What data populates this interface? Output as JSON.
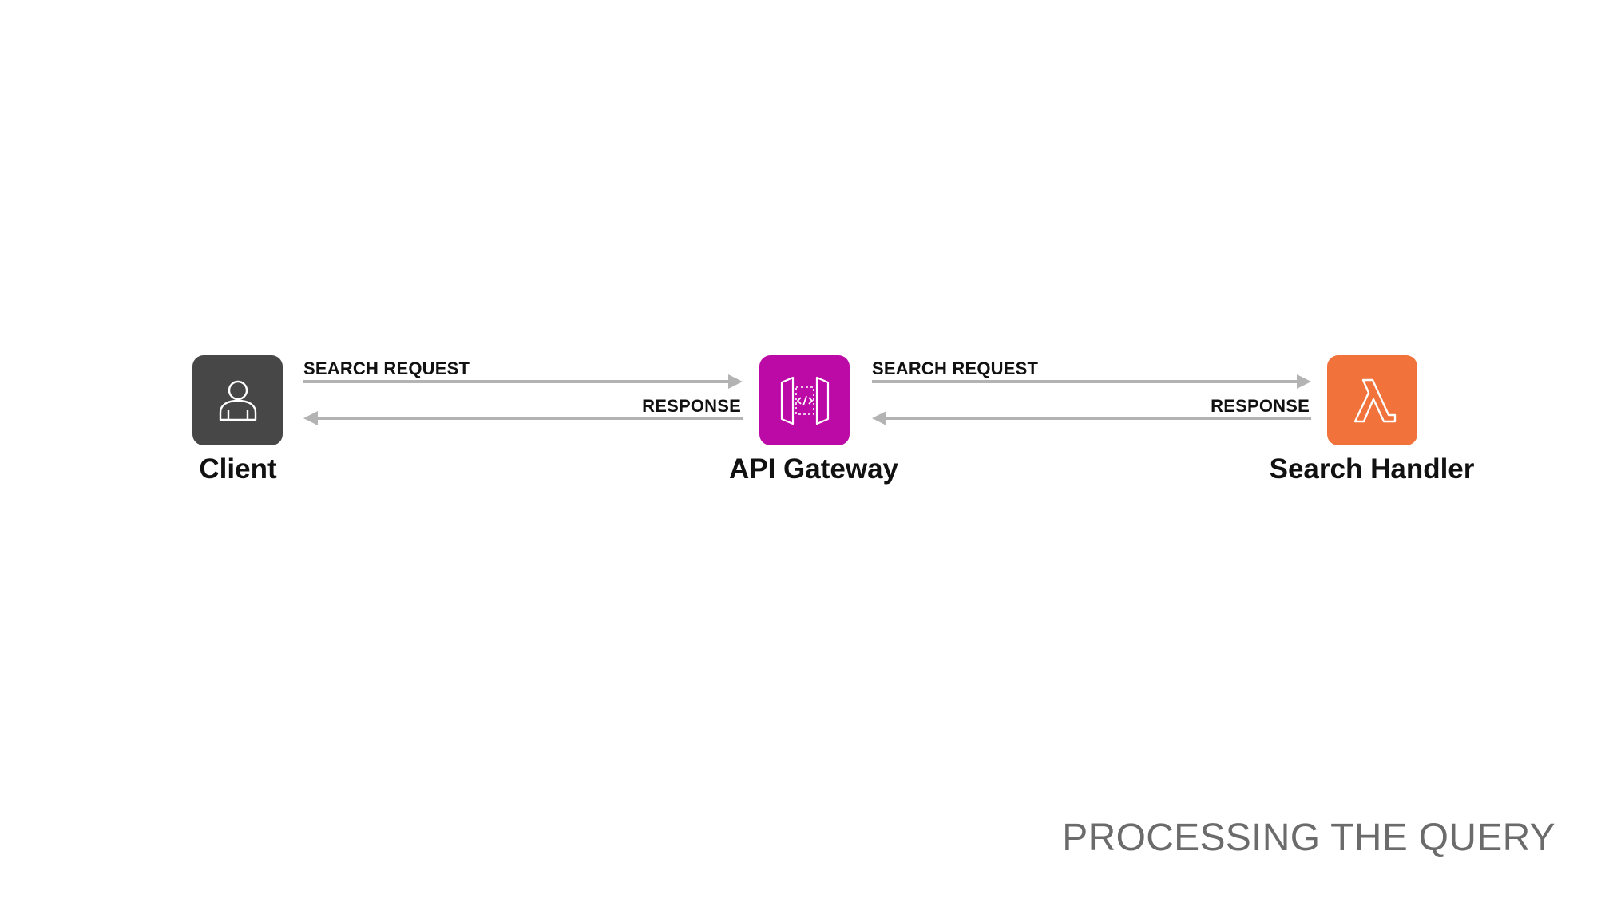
{
  "slide": {
    "title": "PROCESSING THE QUERY"
  },
  "nodes": [
    {
      "label": "Client",
      "icon": "user-icon",
      "color": "#474747"
    },
    {
      "label": "API Gateway",
      "icon": "api-gateway-icon",
      "color": "#bc0aa6"
    },
    {
      "label": "Search Handler",
      "icon": "lambda-icon",
      "color": "#f1723a"
    }
  ],
  "edges": [
    {
      "from": "Client",
      "to": "API Gateway",
      "request_label": "SEARCH REQUEST",
      "response_label": "RESPONSE"
    },
    {
      "from": "API Gateway",
      "to": "Search Handler",
      "request_label": "SEARCH REQUEST",
      "response_label": "RESPONSE"
    }
  ],
  "colors": {
    "arrow": "#b3b3b3",
    "text": "#111111",
    "title": "#6b6b6b"
  }
}
